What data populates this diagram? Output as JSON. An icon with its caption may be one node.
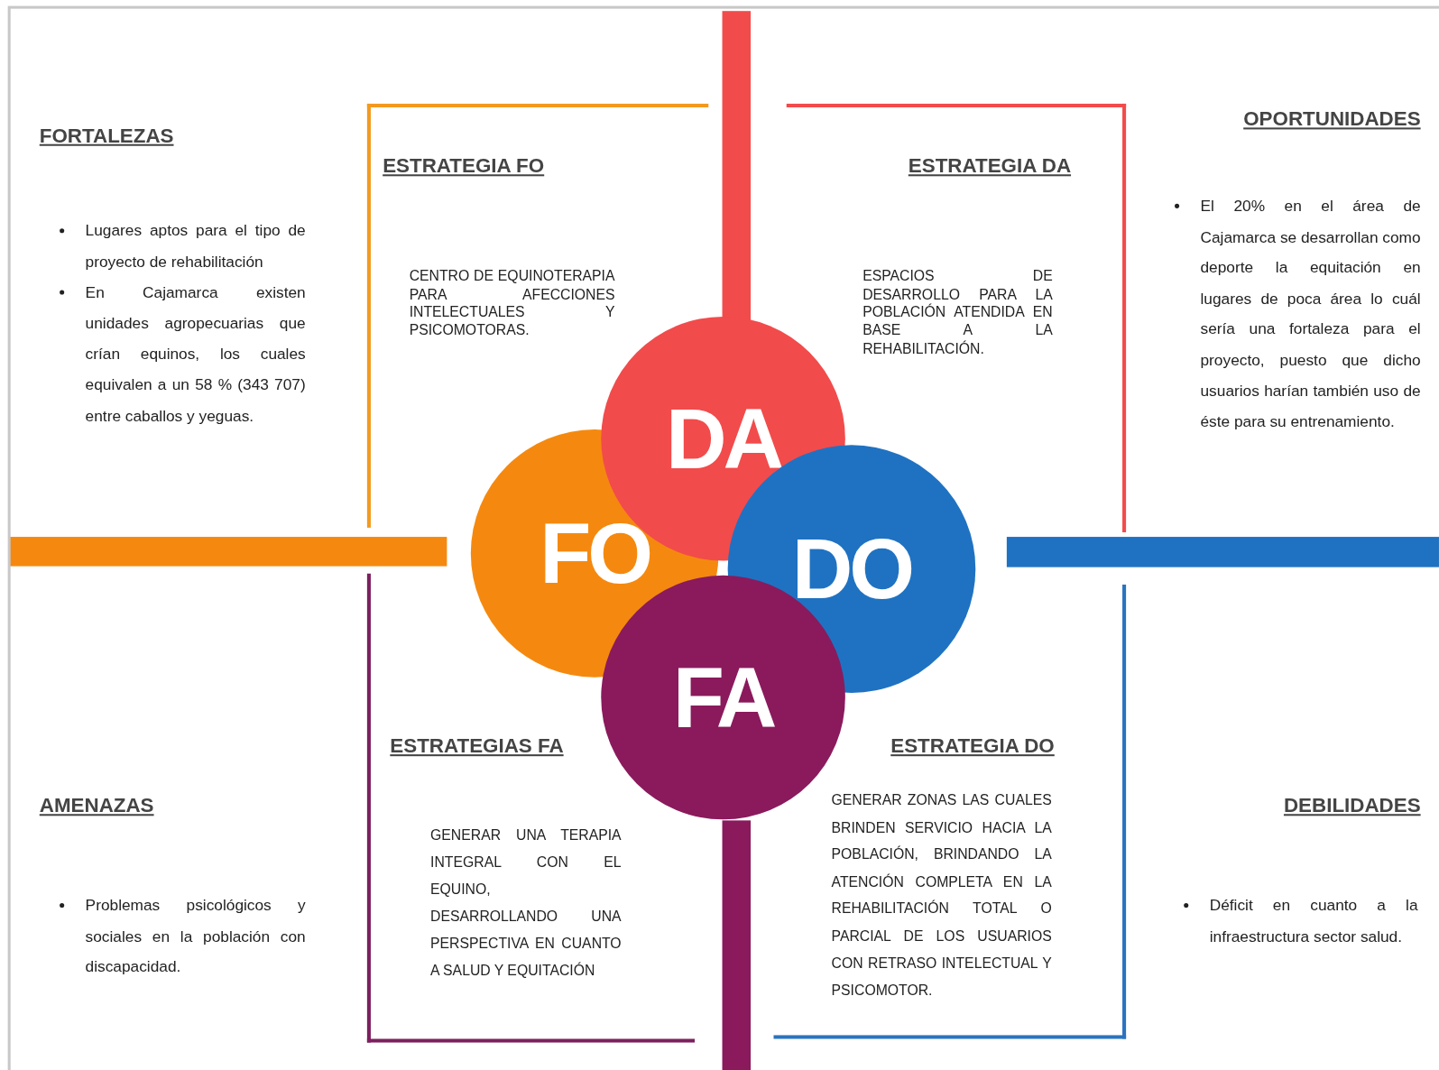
{
  "diagram": {
    "nodes": [
      {
        "text": [
          "FORTALEZAS",
          "Lugares aptos para el tipo de proyecto de rehabilitación",
          "En Cajamarca existen unidades agropecuarias que crían equinos, los cuales equivalen a un 58 % (343 707) entre caballos y yeguas."
        ]
      },
      {
        "text": [
          "ESTRATEGIA FO",
          "CENTRO DE EQUINOTERAPIA PARA AFECCIONES INTELECTUALES Y PSICOMOTORAS."
        ]
      },
      {
        "text": [
          "ESTRATEGIA DA",
          "ESPACIOS DE DESARROLLO PARA LA POBLACIÓN ATENDIDA EN BASE A LA REHABILITACIÓN."
        ]
      },
      {
        "text": [
          "OPORTUNIDADES",
          "El 20% en el área de Cajamarca se desarrollan como deporte la equitación en lugares de poca área lo cuál sería una fortaleza para el proyecto, puesto que dicho usuarios harían también uso de éste para su entrenamiento."
        ]
      },
      {
        "text": [
          "DA"
        ]
      },
      {
        "text": [
          "FO"
        ]
      },
      {
        "text": [
          "DO"
        ]
      },
      {
        "text": [
          "FA"
        ]
      },
      {
        "text": [
          "ESTRATEGIAS FA",
          "GENERAR UNA TERAPIA INTEGRAL CON EL EQUINO, DESARROLLANDO UNA PERSPECTIVA EN CUANTO A SALUD Y EQUITACIÓN"
        ]
      },
      {
        "text": [
          "ESTRATEGIA DO",
          "GENERAR ZONAS LAS CUALES BRINDEN SERVICIO HACIA LA POBLACIÓN, BRINDANDO LA ATENCIÓN COMPLETA EN LA REHABILITACIÓN TOTAL O PARCIAL DE LOS USUARIOS CON RETRASO INTELECTUAL Y PSICOMOTOR."
        ]
      },
      {
        "text": [
          "AMENAZAS",
          "Problemas psicológicos y sociales en la población con discapacidad."
        ]
      },
      {
        "text": [
          "DEBILIDADES",
          "Déficit en cuanto a la infraestructura sector salud."
        ]
      },
      {
        "text": [],
        "shape": "bar"
      },
      {
        "text": [],
        "shape": "bar"
      },
      {
        "text": [],
        "shape": "bar"
      },
      {
        "text": [],
        "shape": "bar"
      }
    ]
  }
}
